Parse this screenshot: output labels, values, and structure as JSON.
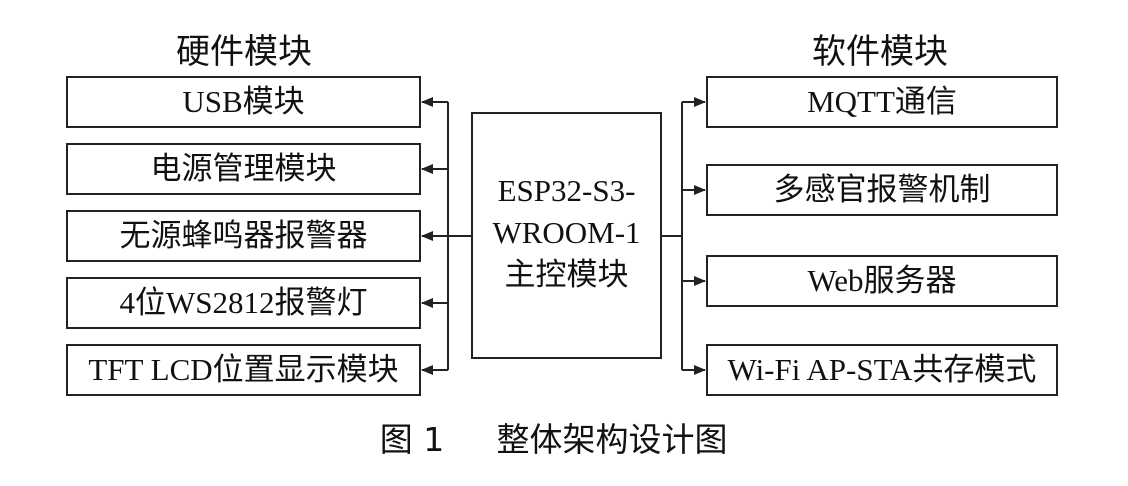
{
  "hardware": {
    "title": "硬件模块",
    "items": [
      {
        "label": "USB模块"
      },
      {
        "label": "电源管理模块"
      },
      {
        "label": "无源蜂鸣器报警器"
      },
      {
        "label": "4位WS2812报警灯"
      },
      {
        "label": "TFT LCD位置显示模块"
      }
    ]
  },
  "software": {
    "title": "软件模块",
    "items": [
      {
        "label": "MQTT通信"
      },
      {
        "label": "多感官报警机制"
      },
      {
        "label": "Web服务器"
      },
      {
        "label": "Wi-Fi AP-STA共存模式"
      }
    ]
  },
  "center": {
    "line1": "ESP32-S3-",
    "line2": "WROOM-1",
    "line3": "主控模块"
  },
  "caption": {
    "number": "图 1",
    "title": "整体架构设计图"
  },
  "colors": {
    "stroke": "#222222",
    "text": "#111111",
    "background": "#ffffff"
  }
}
